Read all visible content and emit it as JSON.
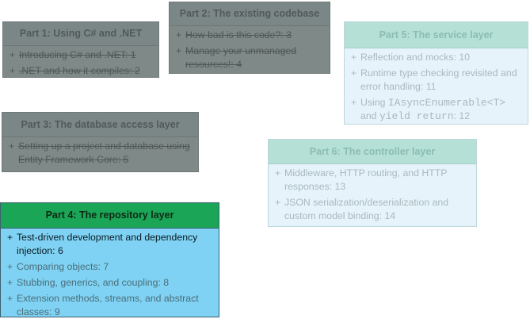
{
  "parts": {
    "p1": {
      "title": "Part 1: Using C# and .NET",
      "items": [
        "Introducing C# and .NET: 1",
        ".NET and how it compiles: 2"
      ]
    },
    "p2": {
      "title": "Part 2: The existing codebase",
      "items": [
        "How bad is this code?: 3",
        "Manage your unmanaged resources!: 4"
      ]
    },
    "p3": {
      "title": "Part 3: The database access layer",
      "items": [
        "Setting up a project and database using Entity Framework Core: 5"
      ]
    },
    "p4": {
      "title": "Part 4: The repository layer",
      "items": [
        "Test-driven development and dependency injection: 6",
        "Comparing objects: 7",
        "Stubbing, generics, and coupling: 8",
        "Extension methods, streams, and abstract classes: 9"
      ]
    },
    "p5": {
      "title": "Part 5: The service layer",
      "items": [
        "Reflection and mocks: 10",
        "Runtime type checking revisited and error handling: 11"
      ],
      "item3": {
        "pre": "Using ",
        "code1": "IAsyncEnumerable<T>",
        "mid": " and ",
        "code2": "yield return",
        "post": ": 12"
      }
    },
    "p6": {
      "title": "Part 6: The controller layer",
      "items": [
        "Middleware, HTTP routing, and HTTP responses: 13",
        "JSON serialization/deserialization and custom model binding: 14"
      ]
    }
  },
  "bullet": "+",
  "colors": {
    "done": "#7e8988",
    "active_header": "#1ba557",
    "active_body": "#7fd2f3",
    "future_header": "#b5e0d6",
    "future_body": "#e6f3fb"
  }
}
